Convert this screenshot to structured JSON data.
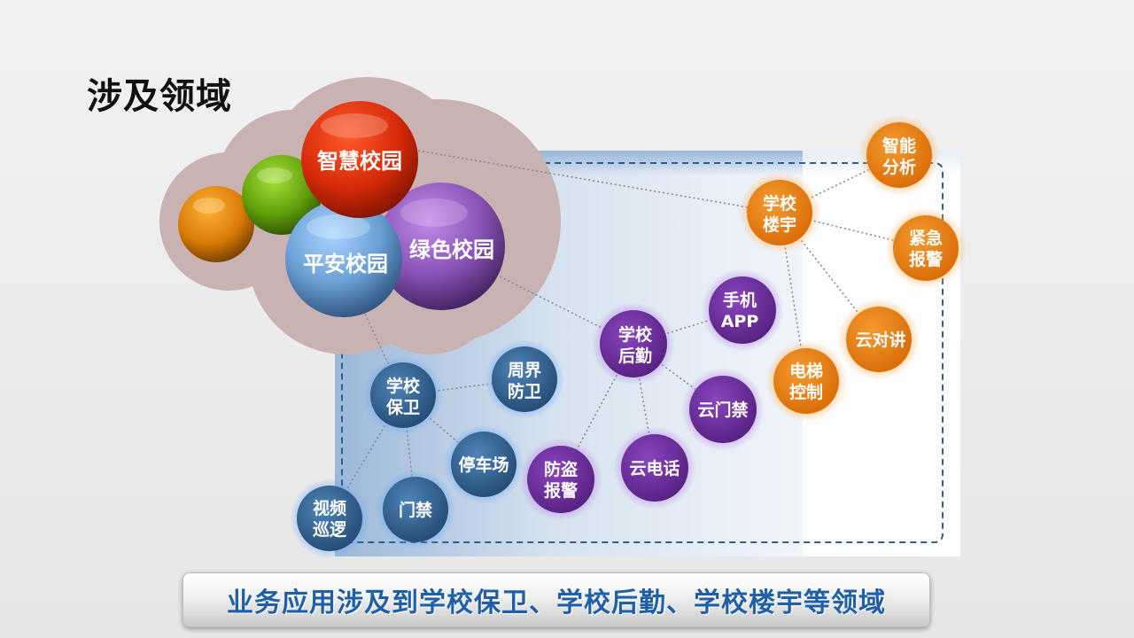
{
  "title": "涉及领域",
  "banner": "业务应用涉及到学校保卫、学校后勤、学校楼宇等领域",
  "colors": {
    "blue": "#2f5f8e",
    "purple": "#6a2a9a",
    "orange": "#e87d10"
  },
  "categories": {
    "smart": "智慧校园",
    "safe": "平安校园",
    "green": "绿色校园"
  },
  "nodes": {
    "baowei": [
      "学校",
      "保卫"
    ],
    "zhoujie": [
      "周界",
      "防卫"
    ],
    "tingche": [
      "停车场"
    ],
    "menjin": [
      "门禁"
    ],
    "shipin": [
      "视频",
      "巡逻"
    ],
    "houqin": [
      "学校",
      "后勤"
    ],
    "shouji": [
      "手机",
      "APP"
    ],
    "yunmenjin": [
      "云门禁"
    ],
    "yundianhua": [
      "云电话"
    ],
    "fangdao": [
      "防盗",
      "报警"
    ],
    "louyu": [
      "学校",
      "楼宇"
    ],
    "zhineng": [
      "智能",
      "分析"
    ],
    "jinji": [
      "紧急",
      "报警"
    ],
    "yunduijiang": [
      "云对讲"
    ],
    "dianti": [
      "电梯",
      "控制"
    ]
  }
}
